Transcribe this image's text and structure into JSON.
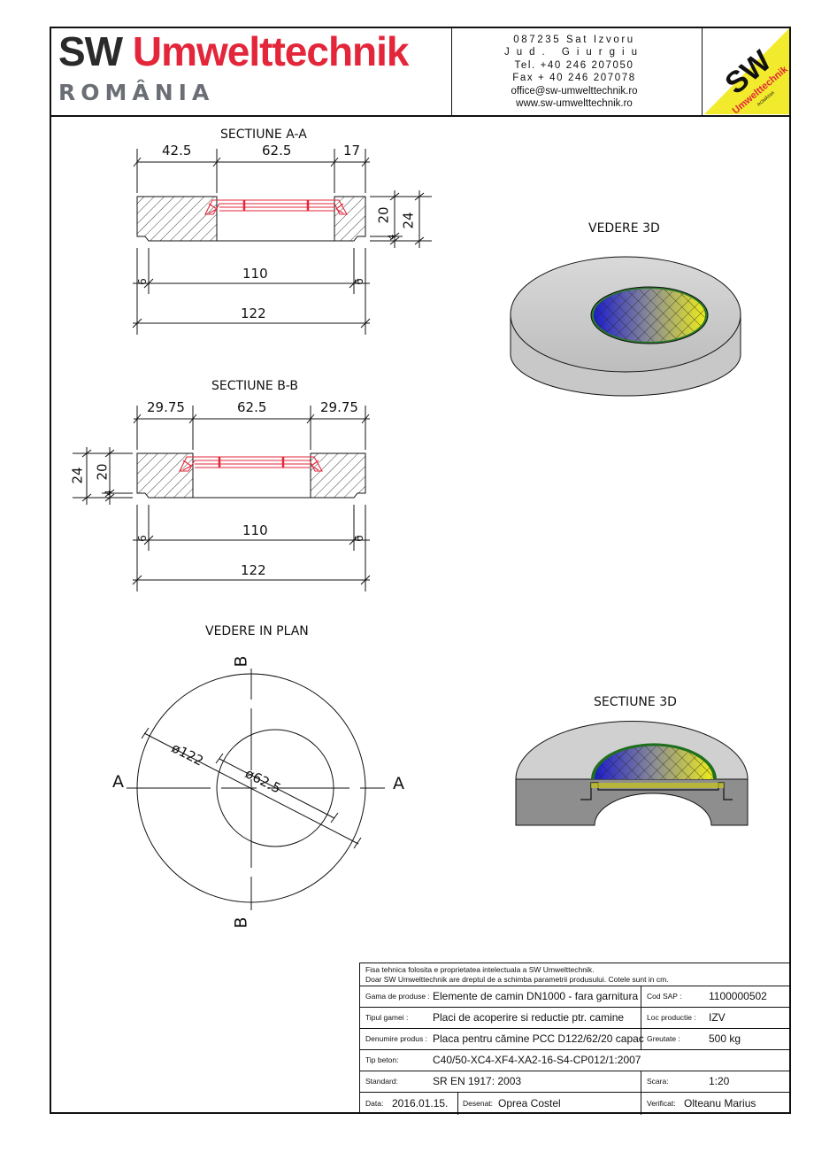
{
  "header": {
    "brand_sw": "SW",
    "brand_name": "Umwelttechnik",
    "brand_country": "ROMÂNIA",
    "contact": {
      "line1": "087235 Sat Izvoru",
      "line2": "Jud. Giurgiu",
      "line3": "Tel. +40 246 207050",
      "line4": "Fax + 40 246 207078",
      "line5": "office@sw-umwelttechnik.ro",
      "line6": "www.sw-umwelttechnik.ro"
    },
    "logo": {
      "big": "SW",
      "name": "Umwelttechnik",
      "country": "ROMÂNIA",
      "color": "#f2ea2c",
      "accent": "#e3263a"
    }
  },
  "drawing": {
    "section_aa": {
      "title": "SECTIUNE A-A",
      "top_dims": [
        "42.5",
        "62.5",
        "17"
      ],
      "right_dims": [
        "20",
        "24"
      ],
      "small_dim": "4",
      "bottom_dims": [
        "110",
        "122"
      ],
      "edge_dims": [
        "6",
        "6"
      ]
    },
    "section_bb": {
      "title": "SECTIUNE B-B",
      "top_dims": [
        "29.75",
        "62.5",
        "29.75"
      ],
      "left_dims": [
        "24",
        "20"
      ],
      "small_dim": "4",
      "bottom_dims": [
        "110",
        "122"
      ],
      "edge_dims": [
        "6",
        "6"
      ]
    },
    "view_3d": {
      "title": "VEDERE 3D"
    },
    "plan_view": {
      "title": "VEDERE IN PLAN",
      "outer_diameter": "ø122",
      "inner_diameter": "ø62.5",
      "axis_a_left": "A",
      "axis_a_right": "A",
      "axis_b_top": "B",
      "axis_b_bottom": "B"
    },
    "section_3d": {
      "title": "SECTIUNE 3D"
    }
  },
  "title_block": {
    "note_line1": "Fisa tehnica folosita e proprietatea intelectuala a SW Umwelttechnik.",
    "note_line2": "Doar SW Umwelttechnik are dreptul de a schimba parametrii produsului. Cotele sunt in cm.",
    "gama_label": "Gama de produse :",
    "gama_value": "Elemente de camin DN1000 - fara garnitura",
    "cod_label": "Cod SAP :",
    "cod_value": "1100000502",
    "tip_gamei_label": "Tipul gamei :",
    "tip_gamei_value": "Placi de acoperire si reductie ptr. camine",
    "loc_label": "Loc productie :",
    "loc_value": "IZV",
    "denumire_label": "Denumire produs :",
    "denumire_value": "Placa pentru cămine PCC D122/62/20 capac",
    "greutate_label": "Greutate :",
    "greutate_value": "500 kg",
    "beton_label": "Tip beton:",
    "beton_value": "C40/50-XC4-XF4-XA2-16-S4-CP012/1:2007",
    "standard_label": "Standard:",
    "standard_value": "SR EN 1917: 2003",
    "scara_label": "Scara:",
    "scara_value": "1:20",
    "data_label": "Data:",
    "data_value": "2016.01.15.",
    "desenat_label": "Desenat:",
    "desenat_value": "Oprea Costel",
    "verificat_label": "Verificat:",
    "verificat_value": "Olteanu Marius"
  }
}
